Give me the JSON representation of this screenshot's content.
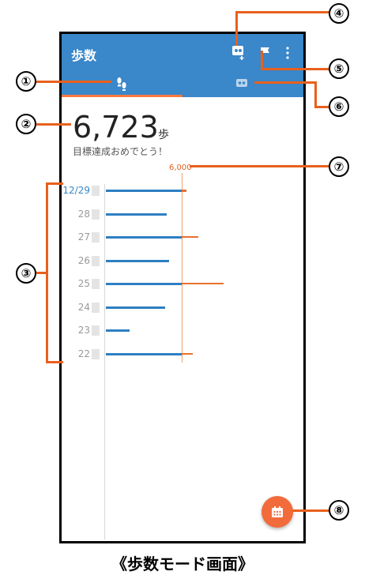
{
  "app": {
    "title": "歩数"
  },
  "summary": {
    "steps": "6,723",
    "unit": "歩",
    "message": "目標達成おめでとう！"
  },
  "goal": {
    "label": "6,000",
    "value": 6000
  },
  "history": [
    {
      "date": "12/29",
      "steps": 6400,
      "today": true
    },
    {
      "date": "28",
      "steps": 4800
    },
    {
      "date": "27",
      "steps": 7300
    },
    {
      "date": "26",
      "steps": 5000
    },
    {
      "date": "25",
      "steps": 9300
    },
    {
      "date": "24",
      "steps": 4700
    },
    {
      "date": "23",
      "steps": 1900
    },
    {
      "date": "22",
      "steps": 6900
    }
  ],
  "callouts": [
    "①",
    "②",
    "③",
    "④",
    "⑤",
    "⑥",
    "⑦",
    "⑧"
  ],
  "caption": "《歩数モード画面》",
  "colors": {
    "accent": "#3a87c9",
    "bar": "#2e7fc2",
    "over": "#e8702e",
    "fab": "#f26b3a",
    "callout": "#e8601c"
  }
}
